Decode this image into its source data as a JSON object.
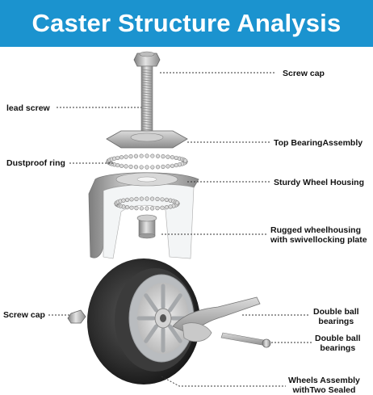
{
  "title": "Caster Structure Analysis",
  "colors": {
    "banner": "#1b93cf",
    "title_text": "#ffffff",
    "leader": "#333333"
  },
  "labels": {
    "screw_cap_top": "Screw cap",
    "lead_screw": "lead screw",
    "top_bearing_assembly": "Top BearingAssembly",
    "dustproof_ring": "Dustproof ring",
    "sturdy_wheel_housing": "Sturdy Wheel Housing",
    "rugged_wheelhousing_1": "Rugged wheelhousing",
    "rugged_wheelhousing_2": "with swivellocking plate",
    "screw_cap_left": "Screw cap",
    "double_ball_1a": "Double ball",
    "double_ball_1b": "bearings",
    "double_ball_2a": "Double ball",
    "double_ball_2b": "bearings",
    "wheels_assembly_1": "Wheels Assembly",
    "wheels_assembly_2": "withTwo Sealed"
  }
}
